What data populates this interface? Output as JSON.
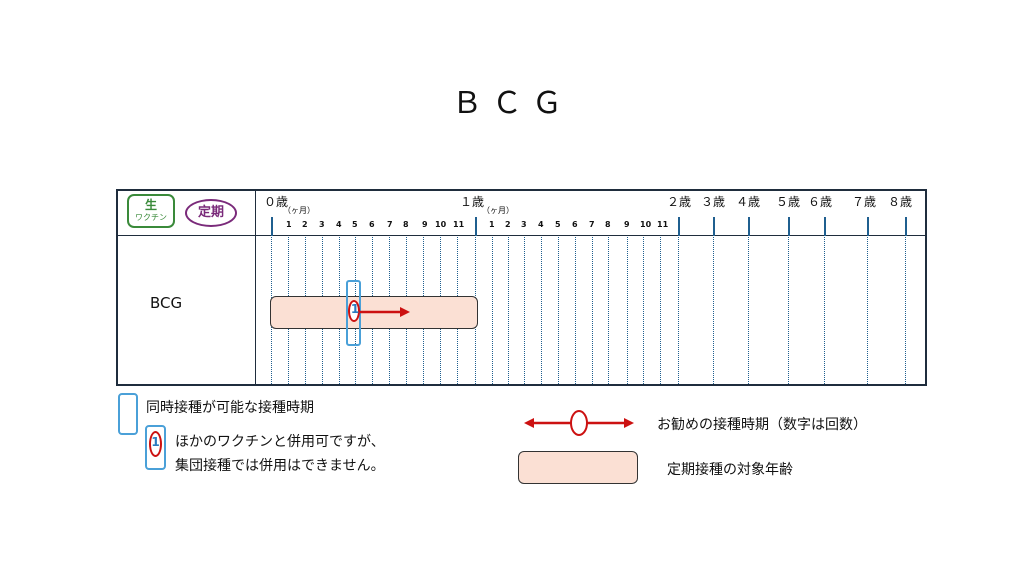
{
  "title": "ＢＣＧ",
  "header": {
    "badge_live_main": "生",
    "badge_live_sub": "ワクチン",
    "badge_regular": "定期",
    "month_unit": "（ヶ月）",
    "ages": [
      "０歳",
      "１歳",
      "２歳",
      "３歳",
      "４歳",
      "５歳",
      "６歳",
      "７歳",
      "８歳"
    ],
    "months": [
      "1",
      "2",
      "3",
      "4",
      "5",
      "6",
      "7",
      "8",
      "9",
      "10",
      "11"
    ]
  },
  "rows": [
    {
      "label": "BCG",
      "eligible_age_range_months": [
        0,
        12
      ],
      "recommended_start_month": 5,
      "recommended_dose_number": "1"
    }
  ],
  "legend": {
    "simultaneous": "同時接種が可能な接種時期",
    "separate_line1": "ほかのワクチンと併用可ですが、",
    "separate_line2": "集団接種では併用はできません。",
    "separate_number": "1",
    "recommended": "お勧めの接種時期（数字は回数）",
    "eligible": "定期接種の対象年齢"
  },
  "colors": {
    "live_vaccine": "#3a8a3a",
    "regular": "#7a2a7a",
    "bar_fill": "#fbe0d4",
    "recommended": "#cc1111",
    "simultaneous": "#4aa0d8",
    "grid": "#1f5f8f"
  }
}
